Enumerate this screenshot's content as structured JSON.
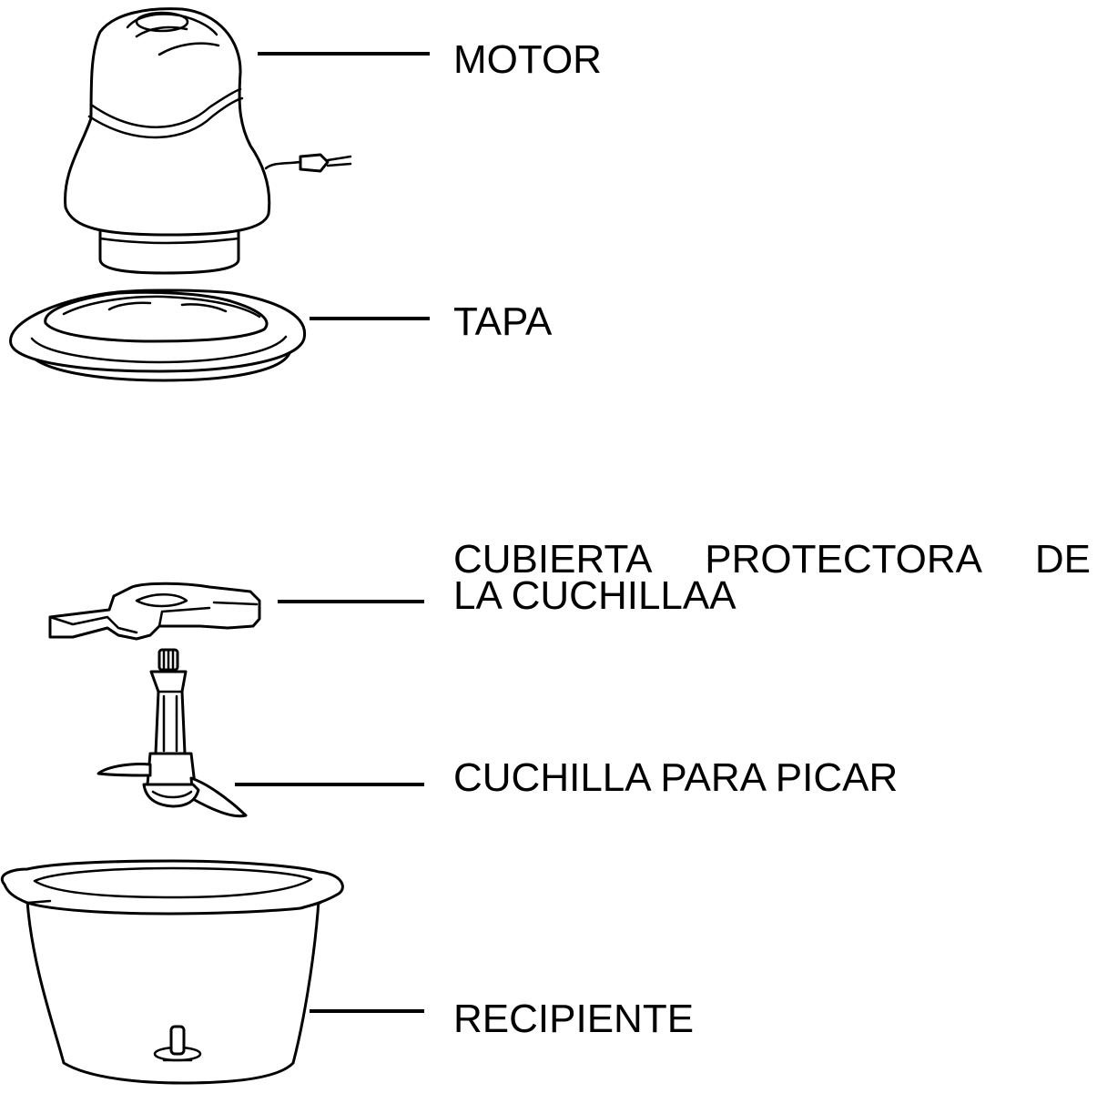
{
  "labels": {
    "motor": "MOTOR",
    "tapa": "TAPA",
    "cubierta_line1": [
      "CUBIERTA",
      "PROTECTORA",
      "DE"
    ],
    "cubierta_line2": "LA CUCHILLAA",
    "cuchilla": "CUCHILLA PARA PICAR",
    "recipiente": "RECIPIENTE"
  },
  "colors": {
    "ink": "#000000",
    "background": "#ffffff"
  }
}
